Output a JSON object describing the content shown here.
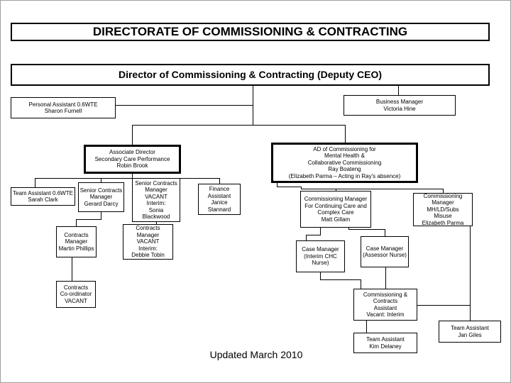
{
  "page": {
    "footer": "Updated March 2010"
  },
  "colors": {
    "border": "#000000",
    "background": "#ffffff",
    "text": "#000000"
  },
  "nodes": {
    "directorate": {
      "lines": [
        "DIRECTORATE OF COMMISSIONING & CONTRACTING"
      ]
    },
    "director": {
      "lines": [
        "Director of Commissioning & Contracting (Deputy CEO)"
      ]
    },
    "personal_assistant": {
      "lines": [
        "Personal Assistant 0.6WTE",
        "Sharon Furnell"
      ]
    },
    "business_manager": {
      "lines": [
        "Business Manager",
        "Victoria Hine"
      ]
    },
    "associate_director": {
      "lines": [
        "Associate Director",
        "Secondary Care Performance",
        "Robin Brook"
      ]
    },
    "ad_commissioning": {
      "lines": [
        "AD of Commissioning for",
        "Mental Health &",
        "Collaborative Commissioning",
        "Ray Boateng",
        "(Elizabeth Parma – Acting in Ray's absence)"
      ]
    },
    "team_assistant_sarah": {
      "lines": [
        "Team Assistant 0.6WTE",
        "Sarah Clark"
      ]
    },
    "senior_contracts_manager": {
      "lines": [
        "Senior Contracts",
        "Manager",
        "Gerard Darcy"
      ]
    },
    "senior_contracts_manager_vacant": {
      "lines": [
        "Senior Contracts",
        "Manager",
        "VACANT",
        "Interim:",
        "Sonia",
        "Blackwood"
      ]
    },
    "finance_assistant": {
      "lines": [
        "Finance",
        "Assistant",
        "Janice",
        "Stannard"
      ]
    },
    "commissioning_manager_ccc": {
      "lines": [
        "Commissioning Manager",
        "For Continuing Care and",
        "Complex Care",
        "Matt Gillam"
      ]
    },
    "commissioning_manager_mh": {
      "lines": [
        "Commissioning",
        "Manager",
        "MH/LD/Subs",
        "Misuse",
        "Elizabeth Parma"
      ]
    },
    "contracts_manager_martin": {
      "lines": [
        "Contracts",
        "Manager",
        "Martin Phillips"
      ]
    },
    "contracts_manager_vacant": {
      "lines": [
        "Contracts",
        "Manager",
        "VACANT",
        "Interim:",
        "Debbie Tobin"
      ]
    },
    "case_manager_chc": {
      "lines": [
        "Case Manager",
        "(Interim CHC",
        "Nurse)"
      ]
    },
    "case_manager_assessor": {
      "lines": [
        "Case Manager",
        "(Assessor Nurse)"
      ]
    },
    "contracts_coordinator": {
      "lines": [
        "Contracts",
        "Co-ordinator",
        "VACANT"
      ]
    },
    "commissioning_contracts_assistant": {
      "lines": [
        "Commissioning &",
        "Contracts",
        "Assistant",
        "Vacant: Interim"
      ]
    },
    "team_assistant_jan": {
      "lines": [
        "Team Assistant",
        "Jan Giles"
      ]
    },
    "team_assistant_kim": {
      "lines": [
        "Team Assistant",
        "Kim Delaney"
      ]
    }
  }
}
